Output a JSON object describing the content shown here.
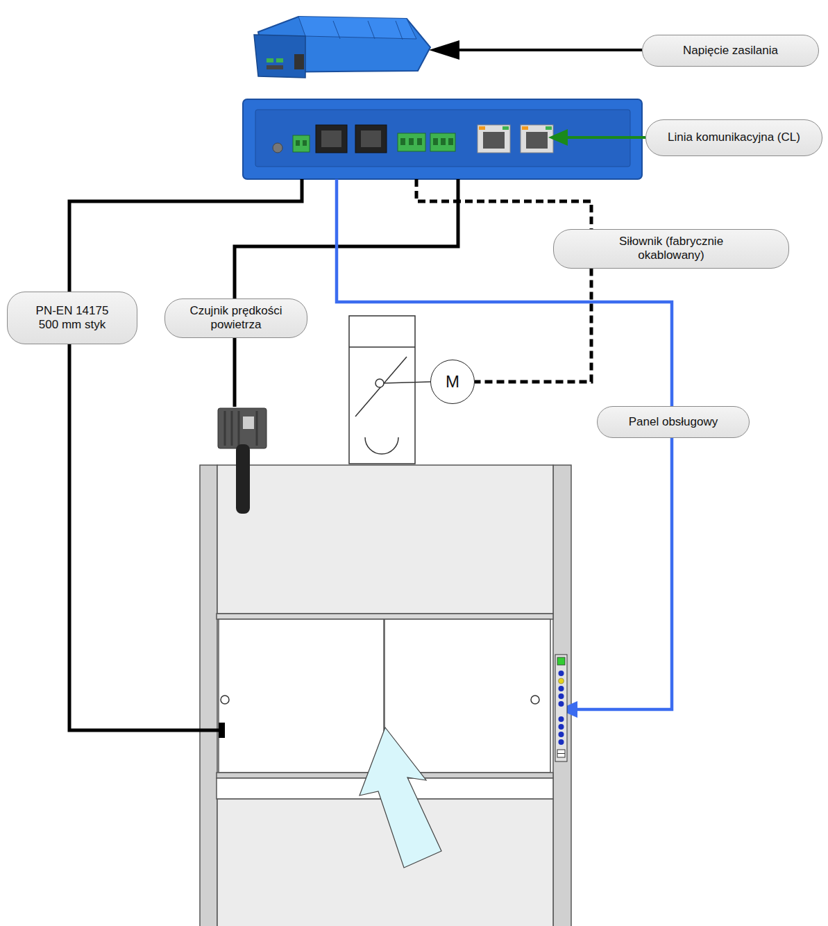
{
  "diagram": {
    "nodes": [
      {
        "text": [
          "Napięcie zasilania"
        ]
      },
      {
        "text": [
          "Linia komunikacyjna (CL)"
        ]
      },
      {
        "text": [
          "Siłownik (fabrycznie okablowany)"
        ]
      },
      {
        "text": [
          "PN-EN 14175 500 mm styk"
        ]
      },
      {
        "text": [
          "Czujnik prędkości powietrza"
        ]
      },
      {
        "text": [
          "M"
        ]
      },
      {
        "text": [
          "Panel obsługowy"
        ]
      }
    ],
    "edges": [
      {
        "from": 2,
        "to": 5,
        "arrow": "none"
      }
    ]
  }
}
